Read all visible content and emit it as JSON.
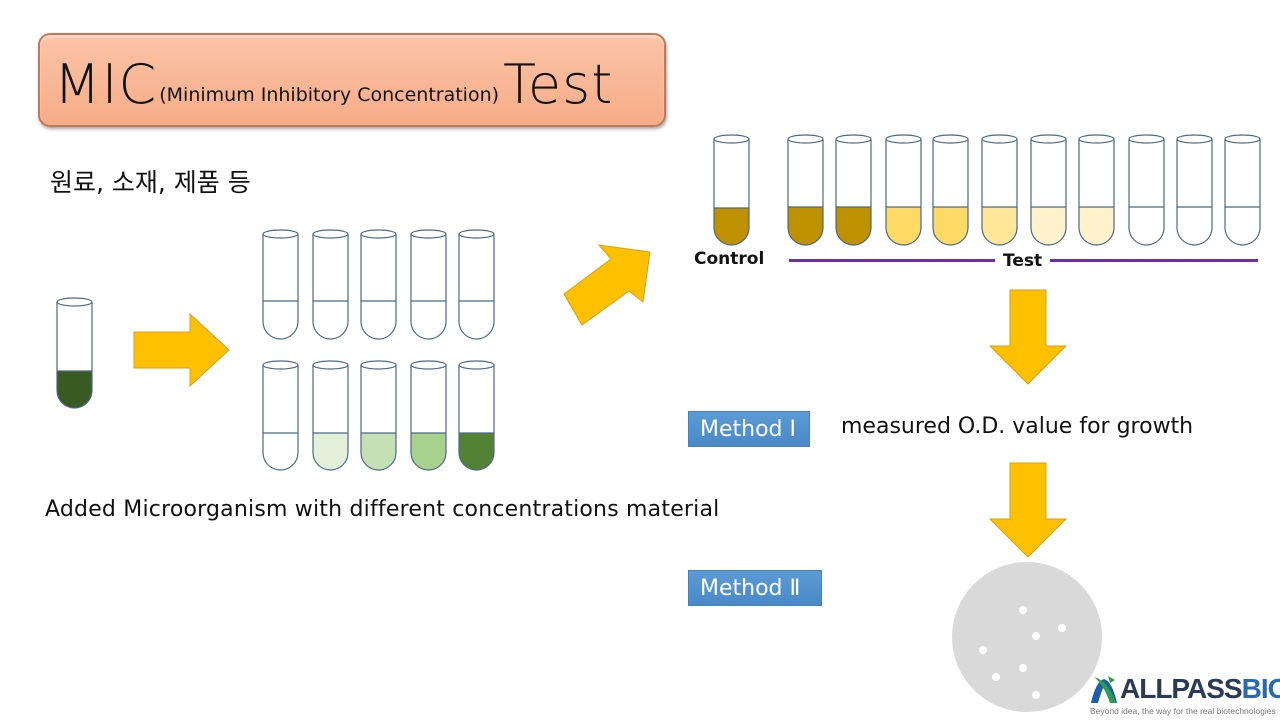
{
  "title": {
    "main_left": "MIC",
    "subtitle": "(Minimum Inhibitory Concentration)",
    "main_right": "Test"
  },
  "materials_label": "원료, 소재, 제품 등",
  "caption": "Added Microorganism with different concentrations material",
  "source_tube": {
    "fill_color": "#3a5a24"
  },
  "dilution_rows": {
    "top": [
      "#ffffff",
      "#ffffff",
      "#ffffff",
      "#ffffff",
      "#ffffff"
    ],
    "bottom": [
      "#ffffff",
      "#e2efd9",
      "#c5e0b4",
      "#a9d18e",
      "#548235"
    ]
  },
  "result_tubes": {
    "control_label": "Control",
    "test_label": "Test",
    "control_color": "#bf9000",
    "test_colors": [
      "#bf9000",
      "#bf9000",
      "#ffd966",
      "#ffd966",
      "#ffe699",
      "#fff2cc",
      "#fff2cc",
      "#ffffff",
      "#ffffff",
      "#ffffff"
    ]
  },
  "methods": [
    {
      "label": "Method Ⅰ",
      "description": "measured O.D. value for growth"
    },
    {
      "label": "Method Ⅱ"
    }
  ],
  "colors": {
    "arrow": "#ffc000",
    "arrow_border": "#d4a017",
    "method_button": "#5b9bd5",
    "bracket_line": "#7030a0",
    "petri_dish": "#d9d9d9"
  },
  "logo": {
    "name_left": "ALLPASS",
    "name_right": "BIO",
    "tagline": "Beyond idea, the way for the real biotechnologies"
  }
}
